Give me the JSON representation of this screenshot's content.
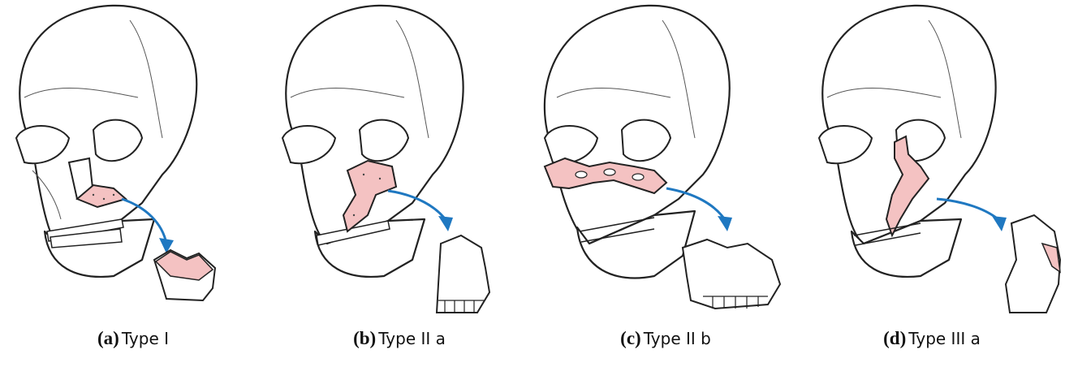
{
  "panels": [
    {
      "letter": "(a)",
      "label": "Type I"
    },
    {
      "letter": "(b)",
      "label": "Type II a"
    },
    {
      "letter": "(c)",
      "label": "Type II b"
    },
    {
      "letter": "(d)",
      "label": "Type III a"
    }
  ],
  "colors": {
    "fracture_fill": "#f4c2c2",
    "fracture_stroke": "#c0504d",
    "arrow": "#1f78c1",
    "bone_fill": "#ffffff",
    "line": "#222222"
  }
}
